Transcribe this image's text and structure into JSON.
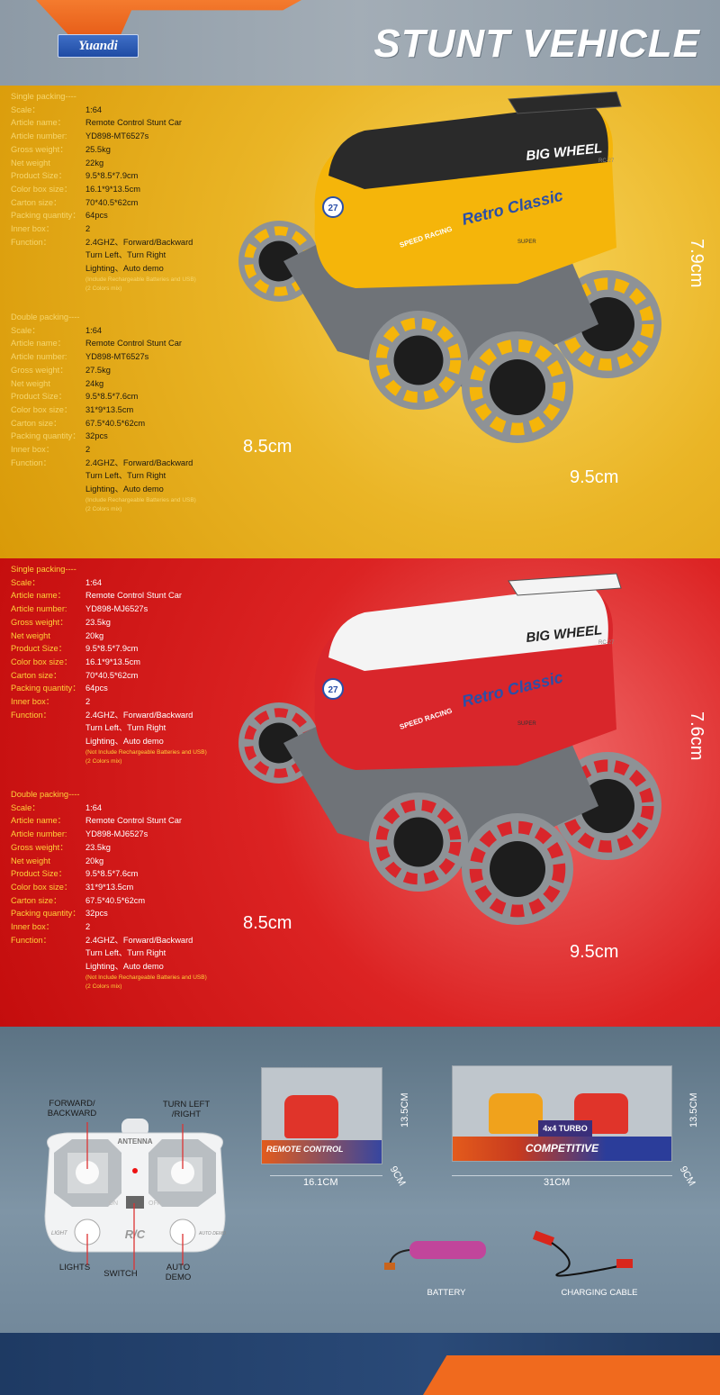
{
  "header": {
    "brand": "Yuandi",
    "title": "STUNT VEHICLE"
  },
  "colors": {
    "yellow_body": "#f5b50a",
    "yellow_roof": "#2a2a2a",
    "red_body": "#d9262b",
    "red_roof": "#f4f4f4",
    "wheel": "#8e9296"
  },
  "car_graphics": {
    "big_wheel": "BIG WHEEL",
    "rc": "RC-27",
    "retro": "Retro Classic",
    "speed": "SPEED RACING",
    "super": "SUPER",
    "number": "27"
  },
  "yellow": {
    "single": {
      "title": "Single packing----",
      "rows": [
        [
          "Scale：",
          "1:64"
        ],
        [
          "Article name：",
          "Remote Control Stunt Car"
        ],
        [
          "Article number:",
          "YD898-MT6527s"
        ],
        [
          "Gross weight：",
          "25.5kg"
        ],
        [
          "Net weight",
          "22kg"
        ],
        [
          "Product Size：",
          "9.5*8.5*7.9cm"
        ],
        [
          "Color box size：",
          "16.1*9*13.5cm"
        ],
        [
          "Carton size：",
          "70*40.5*62cm"
        ],
        [
          "Packing quantity：",
          "64pcs"
        ],
        [
          "Inner box：",
          "2"
        ],
        [
          "Function：",
          "2.4GHZ、Forward/Backward\nTurn Left、Turn Right\nLighting、Auto demo"
        ]
      ],
      "notes": [
        "(Include Rechargeable Batteries and USB)",
        "(2 Colors mix)"
      ]
    },
    "double": {
      "title": "Double packing----",
      "rows": [
        [
          "Scale：",
          "1:64"
        ],
        [
          "Article name：",
          "Remote Control Stunt Car"
        ],
        [
          "Article number:",
          "YD898-MT6527s"
        ],
        [
          "Gross weight：",
          "27.5kg"
        ],
        [
          "Net weight",
          "24kg"
        ],
        [
          "Product Size：",
          "9.5*8.5*7.6cm"
        ],
        [
          "Color box size：",
          "31*9*13.5cm"
        ],
        [
          "Carton size：",
          "67.5*40.5*62cm"
        ],
        [
          "Packing quantity：",
          "32pcs"
        ],
        [
          "Inner box：",
          "2"
        ],
        [
          "Function：",
          "2.4GHZ、Forward/Backward\nTurn Left、Turn Right\nLighting、Auto demo"
        ]
      ],
      "notes": [
        "(Include Rechargeable Batteries and USB)",
        "(2 Colors mix)"
      ]
    },
    "dims": {
      "height": "7.9cm",
      "width": "8.5cm",
      "length": "9.5cm"
    }
  },
  "red": {
    "single": {
      "title": "Single packing----",
      "rows": [
        [
          "Scale：",
          "1:64"
        ],
        [
          "Article name：",
          "Remote Control Stunt Car"
        ],
        [
          "Article number:",
          "YD898-MJ6527s"
        ],
        [
          "Gross weight：",
          "23.5kg"
        ],
        [
          "Net weight",
          "20kg"
        ],
        [
          "Product Size：",
          "9.5*8.5*7.9cm"
        ],
        [
          "Color box size：",
          "16.1*9*13.5cm"
        ],
        [
          "Carton size：",
          "70*40.5*62cm"
        ],
        [
          "Packing quantity：",
          "64pcs"
        ],
        [
          "Inner box：",
          "2"
        ],
        [
          "Function：",
          "2.4GHZ、Forward/Backward\nTurn Left、Turn Right\nLighting、Auto demo"
        ]
      ],
      "notes": [
        "(Not Include Rechargeable Batteries and USB)",
        "(2 Colors mix)"
      ]
    },
    "double": {
      "title": "Double packing----",
      "rows": [
        [
          "Scale：",
          "1:64"
        ],
        [
          "Article name：",
          "Remote Control Stunt Car"
        ],
        [
          "Article number:",
          "YD898-MJ6527s"
        ],
        [
          "Gross weight：",
          "23.5kg"
        ],
        [
          "Net weight",
          "20kg"
        ],
        [
          "Product Size：",
          "9.5*8.5*7.6cm"
        ],
        [
          "Color box size：",
          "31*9*13.5cm"
        ],
        [
          "Carton size：",
          "67.5*40.5*62cm"
        ],
        [
          "Packing quantity：",
          "32pcs"
        ],
        [
          "Inner box：",
          "2"
        ],
        [
          "Function：",
          "2.4GHZ、Forward/Backward\nTurn Left、Turn Right\nLighting、Auto demo"
        ]
      ],
      "notes": [
        "(Not Include Rechargeable Batteries and USB)",
        "(2 Colors mix)"
      ]
    },
    "dims": {
      "height": "7.6cm",
      "width": "8.5cm",
      "length": "9.5cm"
    }
  },
  "remote": {
    "forward": "FORWARD/\nBACKWARD",
    "turn": "TURN LEFT\n/RIGHT",
    "lights": "LIGHTS",
    "switch": "SWITCH",
    "auto": "AUTO\nDEMO",
    "antenna": "ANTENNA",
    "on": "ON",
    "off": "OFF",
    "light_small": "LIGHT",
    "auto_small": "AUTO DEMO",
    "rc": "R/C"
  },
  "boxes": {
    "small": {
      "width": "16.1CM",
      "height": "13.5CM",
      "depth": "9CM",
      "band": "REMOTE CONTROL"
    },
    "large": {
      "width": "31CM",
      "height": "13.5CM",
      "depth": "9CM",
      "band": "COMPETITIVE",
      "badge": "4x4 TURBO"
    }
  },
  "accessories": {
    "battery": "BATTERY",
    "cable": "CHARGING CABLE"
  }
}
